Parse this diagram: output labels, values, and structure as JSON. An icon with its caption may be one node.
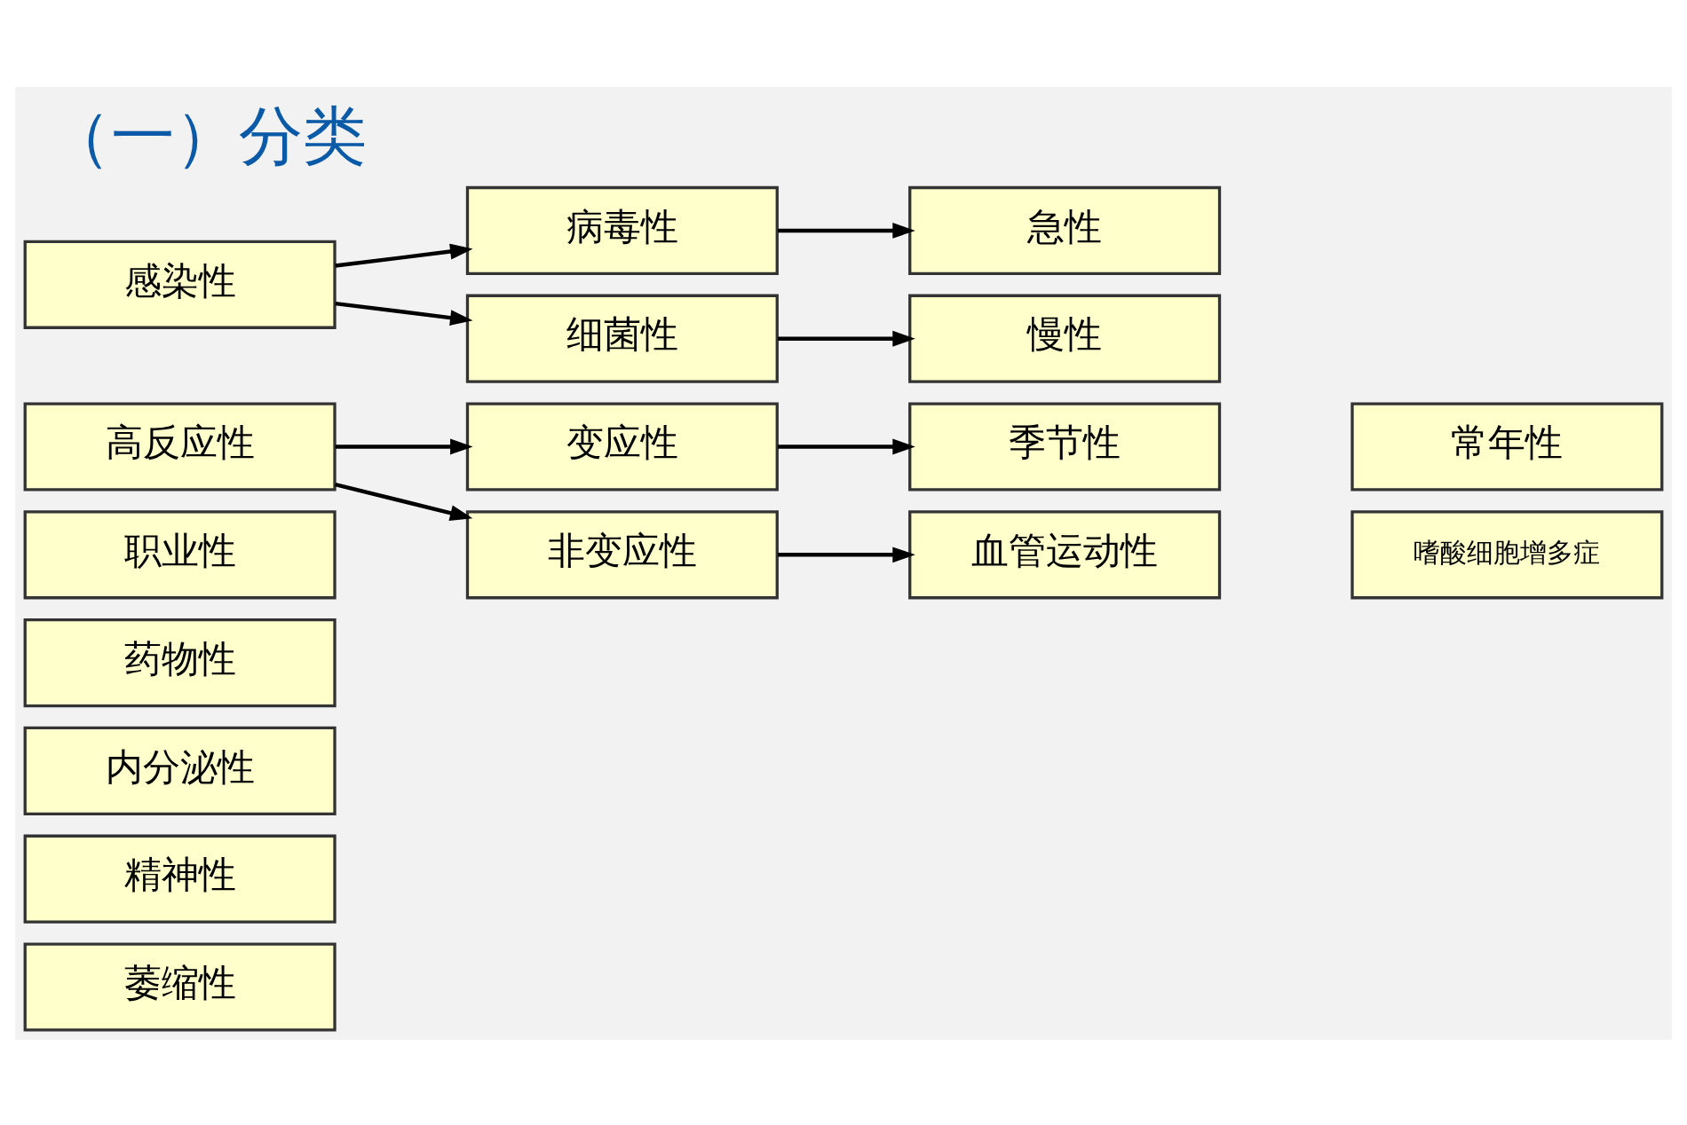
{
  "diagram": {
    "title": "（一）分类",
    "nodes": [
      {
        "text": [
          "感染性"
        ]
      },
      {
        "text": [
          "高反应性"
        ]
      },
      {
        "text": [
          "职业性"
        ]
      },
      {
        "text": [
          "药物性"
        ]
      },
      {
        "text": [
          "内分泌性"
        ]
      },
      {
        "text": [
          "精神性"
        ]
      },
      {
        "text": [
          "萎缩性"
        ]
      },
      {
        "text": [
          "病毒性"
        ]
      },
      {
        "text": [
          "细菌性"
        ]
      },
      {
        "text": [
          "变应性"
        ]
      },
      {
        "text": [
          "非变应性"
        ]
      },
      {
        "text": [
          "急性"
        ]
      },
      {
        "text": [
          "慢性"
        ]
      },
      {
        "text": [
          "季节性"
        ]
      },
      {
        "text": [
          "血管运动性"
        ]
      },
      {
        "text": [
          "常年性"
        ]
      },
      {
        "text": [
          "嗜酸细胞增多症"
        ]
      }
    ],
    "edges": [
      {
        "from": 0,
        "to": 7,
        "arrow": "to"
      },
      {
        "from": 0,
        "to": 8,
        "arrow": "to"
      },
      {
        "from": 1,
        "to": 9,
        "arrow": "to"
      },
      {
        "from": 1,
        "to": 10,
        "arrow": "to"
      },
      {
        "from": 7,
        "to": 11,
        "arrow": "to"
      },
      {
        "from": 8,
        "to": 12,
        "arrow": "to"
      },
      {
        "from": 9,
        "to": 13,
        "arrow": "to"
      },
      {
        "from": 10,
        "to": 14,
        "arrow": "to"
      }
    ]
  }
}
